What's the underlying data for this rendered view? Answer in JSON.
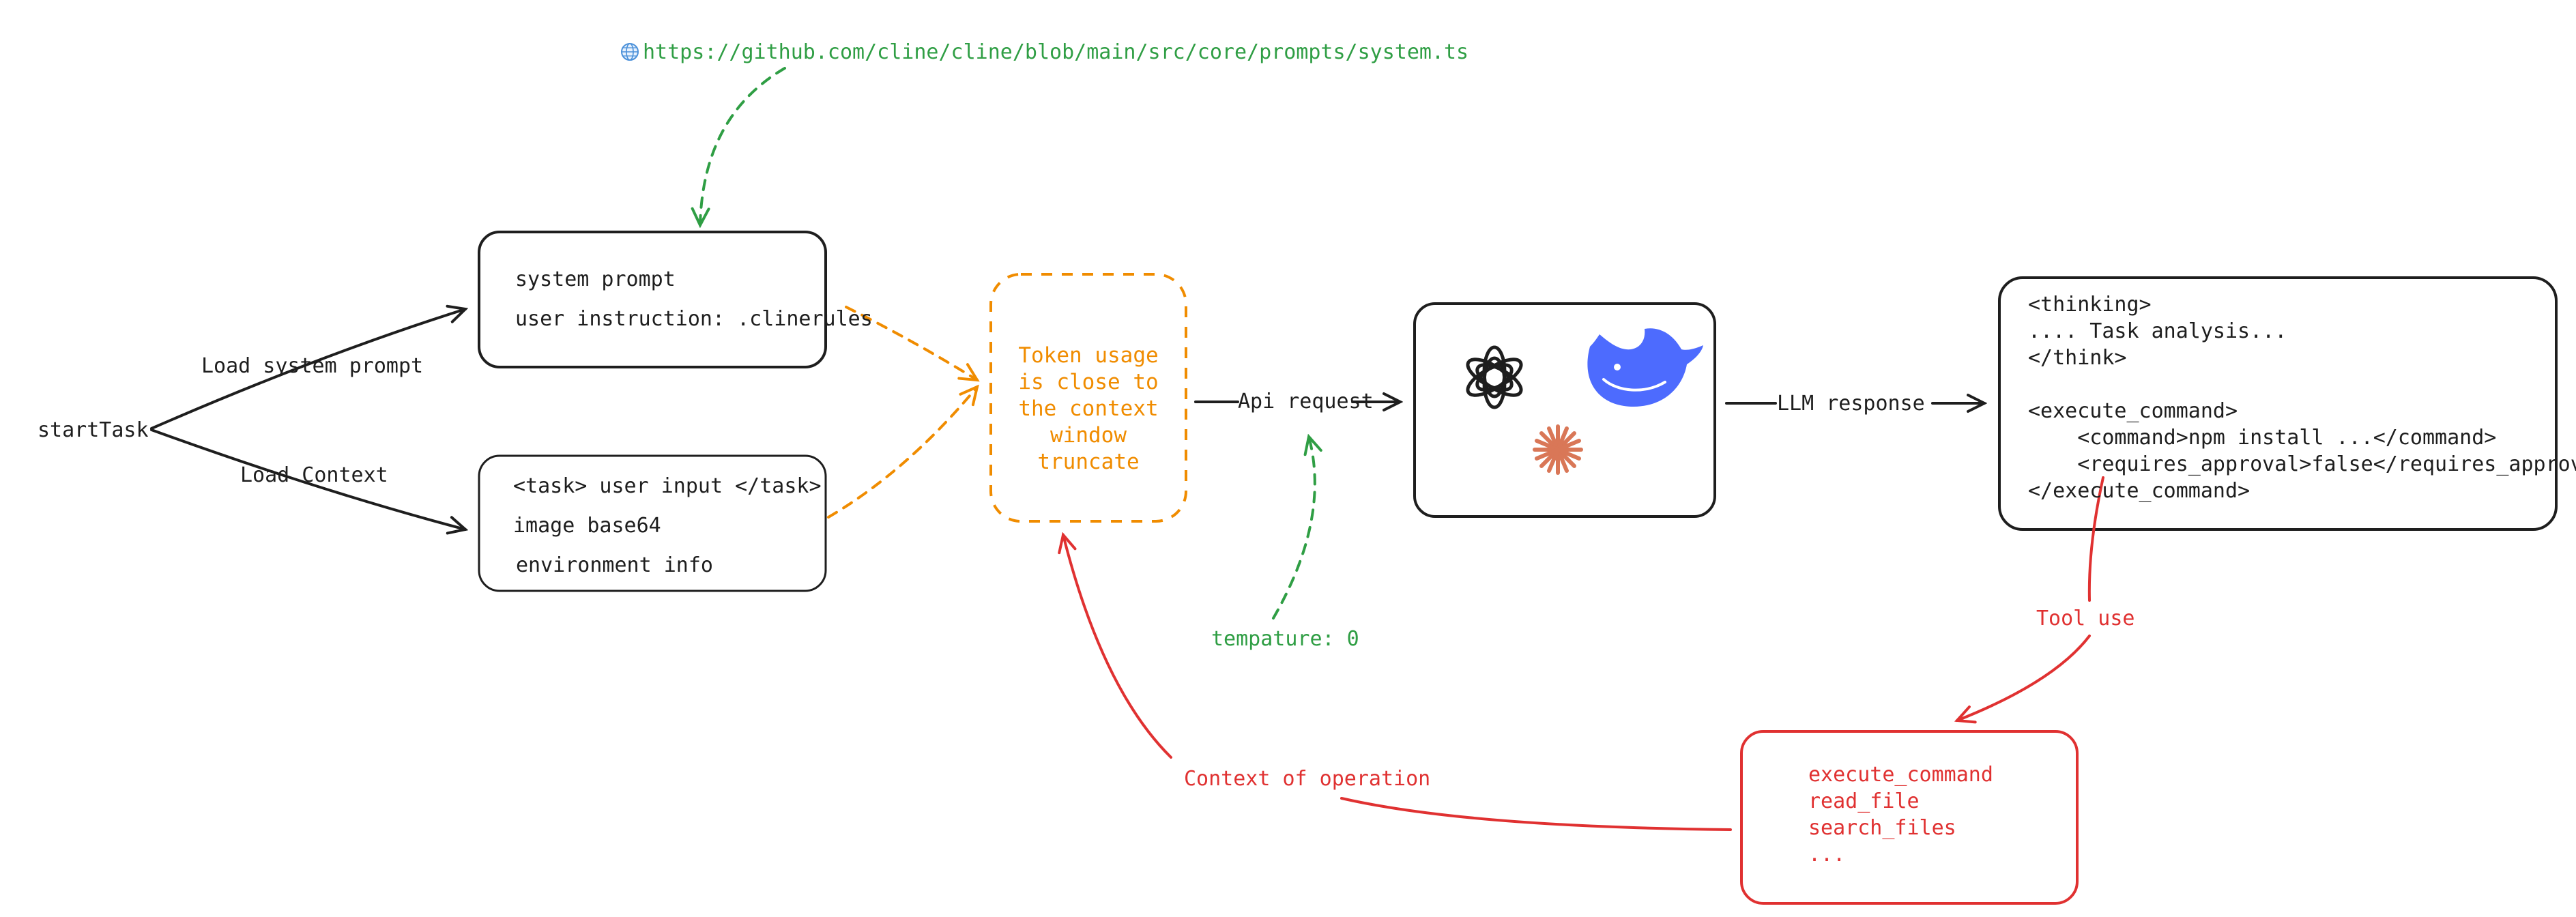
{
  "nodes": {
    "start_task": "startTask",
    "prompt_box": [
      "system prompt",
      "user instruction: .clinerules"
    ],
    "context_box": [
      "<task> user input </task>",
      "image base64",
      "environment info"
    ],
    "token_box": "Token usage is close to the context window truncate",
    "llm_response_box": [
      "<thinking>",
      ".... Task analysis...",
      "</think>",
      "",
      "<execute_command>",
      "    <command>npm install ...</command>",
      "    <requires_approval>false</requires_approval>",
      "</execute_command>"
    ],
    "tools_box": [
      "execute_command",
      "read_file",
      "search_files",
      "..."
    ]
  },
  "edges": {
    "load_system_prompt": "Load system prompt",
    "load_context": "Load Context",
    "api_request": "Api request",
    "llm_response": "LLM response",
    "tool_use": "Tool use",
    "context_of_operation": "Context of operation",
    "temperature": "tempature: 0",
    "source_link": "https://github.com/cline/cline/blob/main/src/core/prompts/system.ts"
  },
  "icons": {
    "llm_providers": [
      "openai-logo-icon",
      "deepseek-whale-icon",
      "claude-starburst-icon"
    ],
    "link": "globe-icon"
  },
  "colors": {
    "ink": "#1e1e1e",
    "green": "#2f9e44",
    "red": "#e03131",
    "orange": "#f08c00",
    "deepseek_blue": "#4d6bfe",
    "claude_orange": "#d97757"
  }
}
